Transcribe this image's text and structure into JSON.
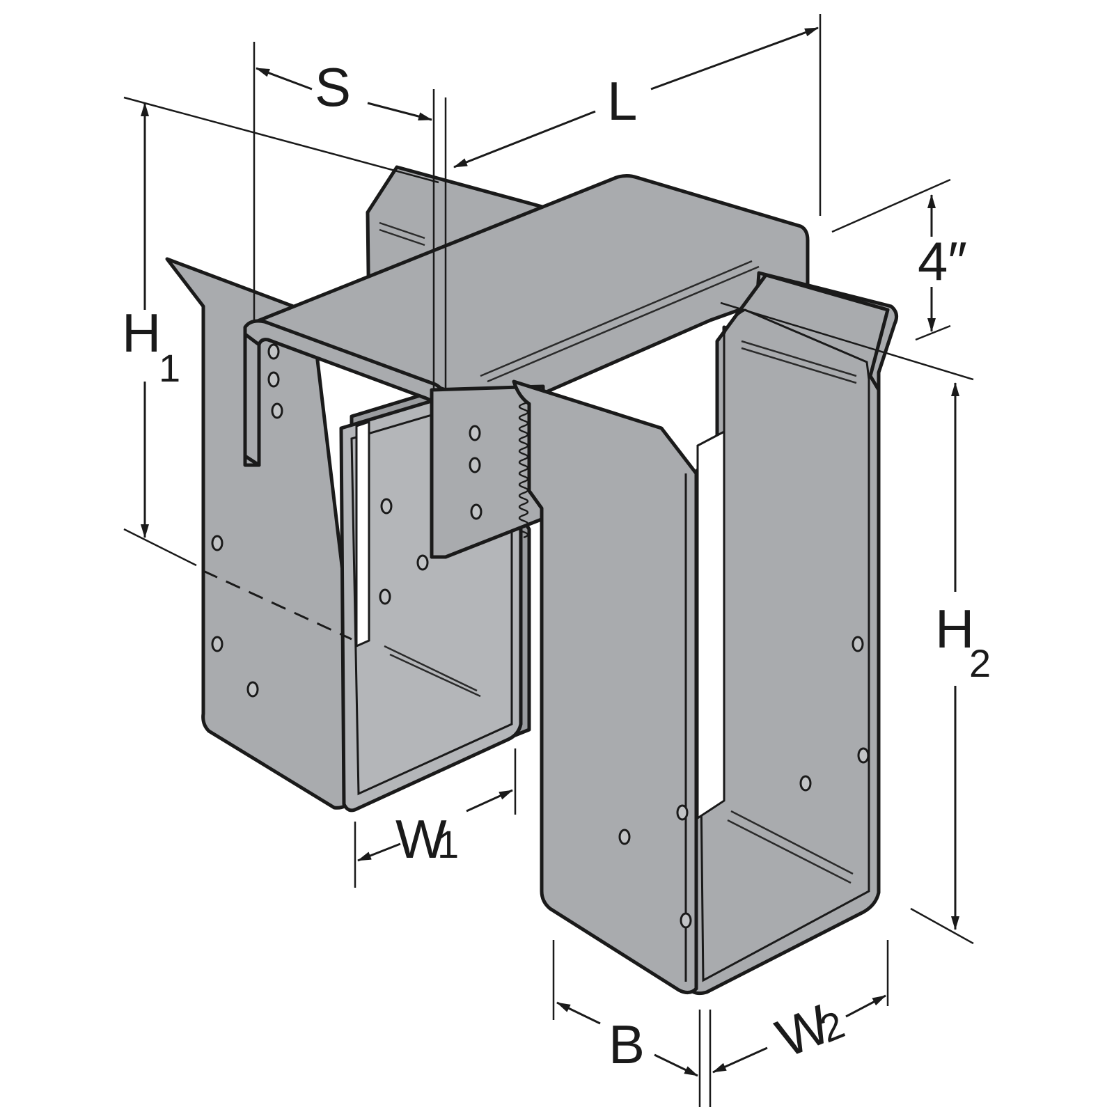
{
  "labels": {
    "s": "S",
    "l": "L",
    "four_inch": "4″",
    "h1_main": "H",
    "h1_sub": "1",
    "h2_main": "H",
    "h2_sub": "2",
    "w1_main": "W",
    "w1_sub": "1",
    "w2_main": "W",
    "w2_sub": "2",
    "b": "B"
  }
}
